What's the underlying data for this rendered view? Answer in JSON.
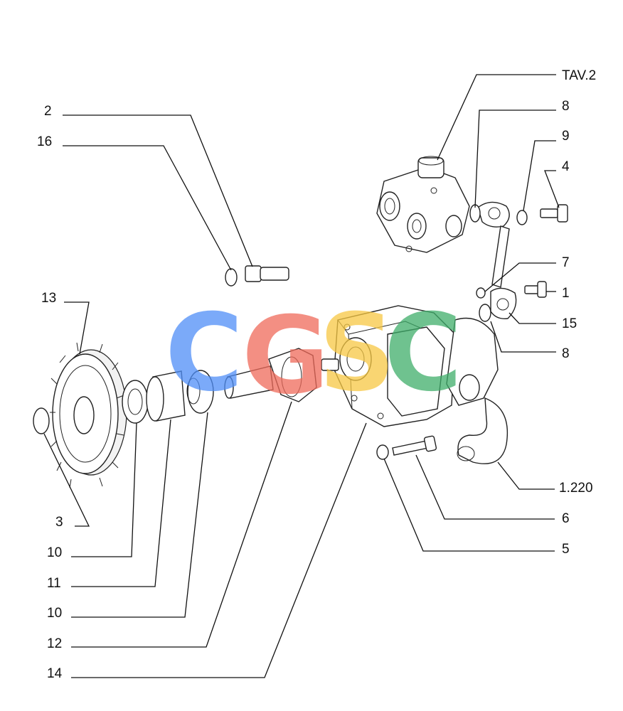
{
  "callouts": [
    {
      "id": "tav2",
      "text": "TAV.2"
    },
    {
      "id": "c8a",
      "text": "8"
    },
    {
      "id": "c9",
      "text": "9"
    },
    {
      "id": "c4",
      "text": "4"
    },
    {
      "id": "c2",
      "text": "2"
    },
    {
      "id": "c16",
      "text": "16"
    },
    {
      "id": "c7",
      "text": "7"
    },
    {
      "id": "c1",
      "text": "1"
    },
    {
      "id": "c15",
      "text": "15"
    },
    {
      "id": "c8b",
      "text": "8"
    },
    {
      "id": "c13",
      "text": "13"
    },
    {
      "id": "c1220",
      "text": "1.220"
    },
    {
      "id": "c6",
      "text": "6"
    },
    {
      "id": "c5",
      "text": "5"
    },
    {
      "id": "c3",
      "text": "3"
    },
    {
      "id": "c10a",
      "text": "10"
    },
    {
      "id": "c11",
      "text": "11"
    },
    {
      "id": "c10b",
      "text": "10"
    },
    {
      "id": "c12",
      "text": "12"
    },
    {
      "id": "c14",
      "text": "14"
    }
  ],
  "watermark": {
    "letters": [
      "C",
      "G",
      "S",
      "C"
    ],
    "colors": [
      "#4f8ef7",
      "#f06a5a",
      "#f7c843",
      "#3fae6a"
    ]
  }
}
